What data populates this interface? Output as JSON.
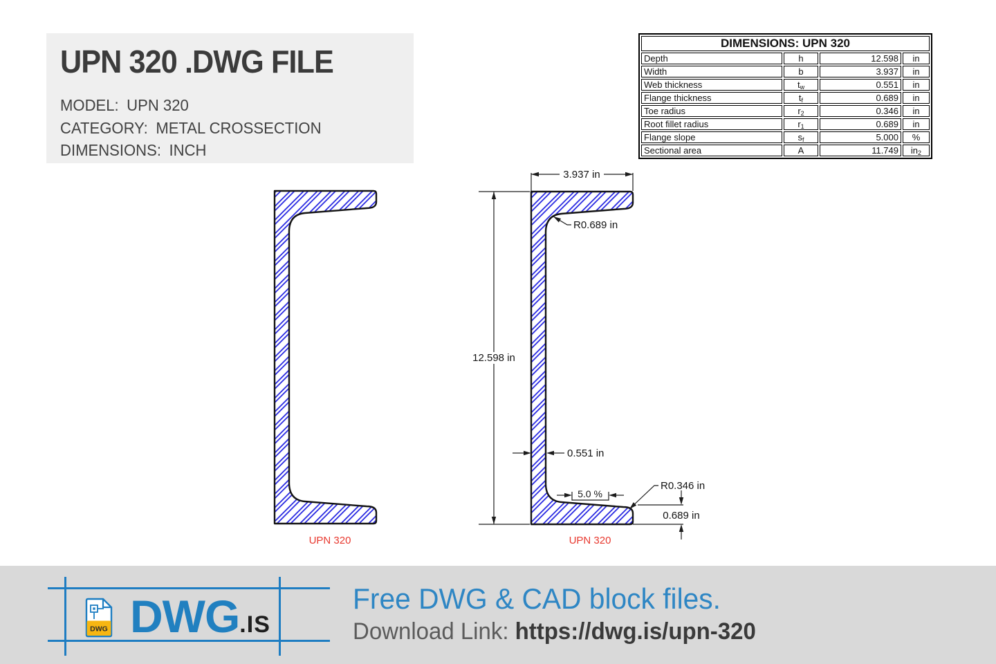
{
  "header": {
    "title": "UPN 320 .DWG FILE",
    "model_label": "MODEL:",
    "model_value": "UPN 320",
    "category_label": "CATEGORY:",
    "category_value": "METAL CROSSECTION",
    "dim_label": "DIMENSIONS:",
    "dim_value": "INCH"
  },
  "dimensions_table": {
    "title": "DIMENSIONS: UPN 320",
    "rows": [
      {
        "label": "Depth",
        "sym": "h",
        "sub": "",
        "value": "12.598",
        "unit": "in",
        "unit_sub": ""
      },
      {
        "label": "Width",
        "sym": "b",
        "sub": "",
        "value": "3.937",
        "unit": "in",
        "unit_sub": ""
      },
      {
        "label": "Web thickness",
        "sym": "t",
        "sub": "w",
        "value": "0.551",
        "unit": "in",
        "unit_sub": ""
      },
      {
        "label": "Flange thickness",
        "sym": "t",
        "sub": "f",
        "value": "0.689",
        "unit": "in",
        "unit_sub": ""
      },
      {
        "label": "Toe radius",
        "sym": "r",
        "sub": "2",
        "value": "0.346",
        "unit": "in",
        "unit_sub": ""
      },
      {
        "label": "Root fillet radius",
        "sym": "r",
        "sub": "1",
        "value": "0.689",
        "unit": "in",
        "unit_sub": ""
      },
      {
        "label": "Flange slope",
        "sym": "s",
        "sub": "f",
        "value": "5.000",
        "unit": "%",
        "unit_sub": ""
      },
      {
        "label": "Sectional area",
        "sym": "A",
        "sub": "",
        "value": "11.749",
        "unit": "in",
        "unit_sub": "2"
      }
    ]
  },
  "drawings": {
    "left_label": "UPN 320",
    "right_label": "UPN 320",
    "dims": {
      "width": "3.937 in",
      "height": "12.598 in",
      "root_radius": "R0.689 in",
      "web": "0.551 in",
      "slope": "5.0 %",
      "toe_radius": "R0.346 in",
      "flange": "0.689 in"
    },
    "colors": {
      "hatch_blue": "#1b1be0",
      "outline": "#141414",
      "label_red": "#e8392f"
    }
  },
  "footer": {
    "logo_text": "DWG",
    "logo_suffix": ".IS",
    "badge": "DWG",
    "tagline": "Free DWG & CAD block files.",
    "download_label": "Download Link: ",
    "download_url": "https://dwg.is/upn-320",
    "colors": {
      "brand_blue": "#2180c0",
      "tagline_blue": "#2e86c4",
      "badge_yellow": "#f7b612"
    }
  }
}
